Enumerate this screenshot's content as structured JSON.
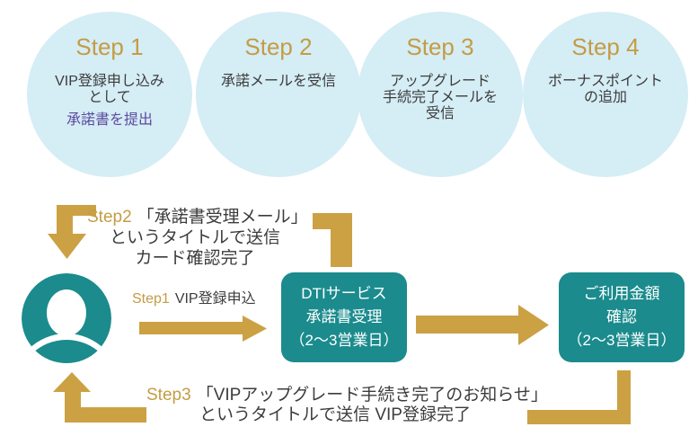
{
  "colors": {
    "circle_fill": "#d5edf5",
    "teal": "#1b8b8d",
    "arrow_gold": "#cba144",
    "step_label_gold": "#c49c44",
    "body_text": "#3c3c3c",
    "highlight_purple": "#5b4aa0",
    "box_text": "#ffffff"
  },
  "steps_row": [
    {
      "title": "Step 1",
      "lines": [
        "VIP登録申し込み",
        "として"
      ],
      "highlight": "承諾書を提出"
    },
    {
      "title": "Step 2",
      "lines": [
        "承諾メールを受信"
      ]
    },
    {
      "title": "Step 3",
      "lines": [
        "アップグレード",
        "手続完了メールを",
        "受信"
      ]
    },
    {
      "title": "Step 4",
      "lines": [
        "ボーナスポイント",
        "の追加"
      ]
    }
  ],
  "flow": {
    "person_icon": "user-icon",
    "step1_label": {
      "prefix": "Step1",
      "text": "VIP登録申込"
    },
    "step2_note": {
      "prefix": "Step2",
      "line1": "「承諾書受理メール」",
      "line2": "というタイトルで送信",
      "line3": "カード確認完了"
    },
    "step3_note": {
      "prefix": "Step3",
      "line1": "「VIPアップグレード手続き完了のお知らせ」",
      "line2": "というタイトルで送信 VIP登録完了"
    },
    "box1": {
      "lines": [
        "DTIサービス",
        "承諾書受理",
        "（2～3営業日）"
      ]
    },
    "box2": {
      "lines": [
        "ご利用金額",
        "確認",
        "（2～3営業日）"
      ]
    }
  }
}
